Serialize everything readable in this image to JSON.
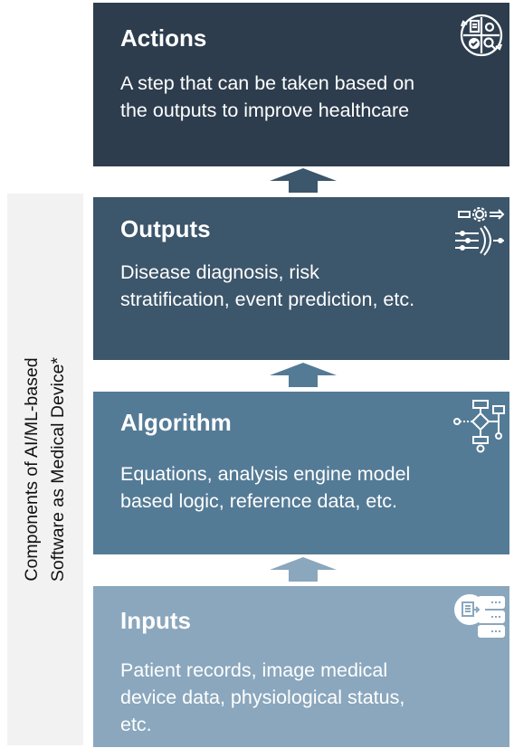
{
  "side_label": {
    "line1": "Components of AI/ML-based",
    "line2": "Software as Medical Device*"
  },
  "boxes": {
    "actions": {
      "title": "Actions",
      "desc_line1": "A step that can be taken based on",
      "desc_line2": "the outputs to improve healthcare",
      "icon": "workflow-cycle-icon",
      "color": "#2d3d4e"
    },
    "outputs": {
      "title": "Outputs",
      "desc_line1": "Disease diagnosis, risk",
      "desc_line2": "stratification, event prediction, etc.",
      "icon": "data-processing-icon",
      "color": "#3c566b"
    },
    "algorithm": {
      "title": "Algorithm",
      "desc_line1": "Equations, analysis engine model",
      "desc_line2": "based logic, reference data, etc.",
      "icon": "flowchart-icon",
      "color": "#547b96"
    },
    "inputs": {
      "title": "Inputs",
      "desc_line1": "Patient records, image medical",
      "desc_line2": "device data, physiological status,",
      "desc_line3": "etc.",
      "icon": "database-server-icon",
      "color": "#8aa7bd"
    }
  },
  "colors": {
    "bracket": "#f2f2f2",
    "text_light": "#ffffff",
    "text_dark": "#111111"
  }
}
